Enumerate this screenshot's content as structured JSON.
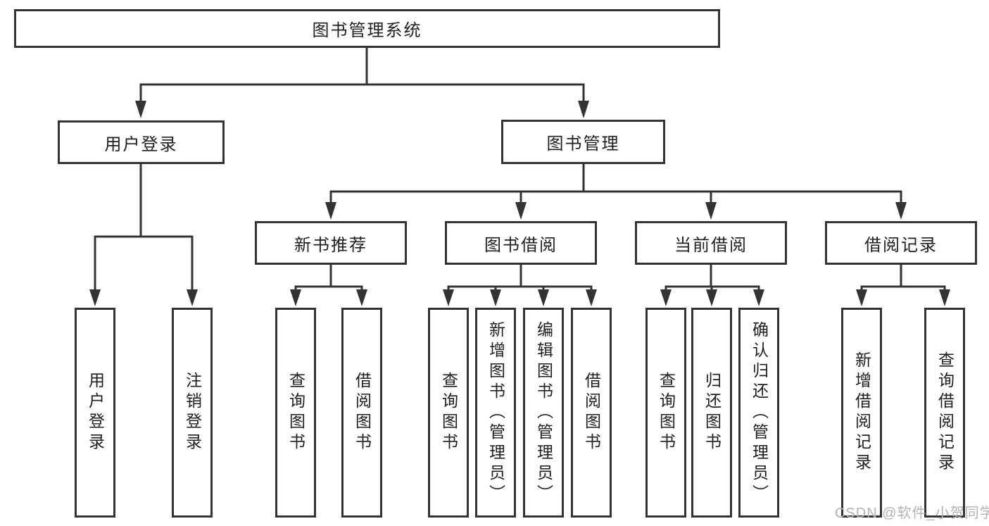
{
  "style": {
    "line_color": "#333333",
    "text_color": "#1f1f1f",
    "background_color": "#ffffff",
    "watermark_color": "#b3b3b3"
  },
  "watermark": {
    "text": "CSDN @软件_小贺同学"
  },
  "tree": {
    "root": {
      "label": "图书管理系统"
    },
    "children": [
      {
        "label": "用户登录",
        "children": [
          {
            "label": "用户登录"
          },
          {
            "label": "注销登录"
          }
        ]
      },
      {
        "label": "图书管理",
        "children": [
          {
            "label": "新书推荐",
            "children": [
              {
                "label": "查询图书"
              },
              {
                "label": "借阅图书"
              }
            ]
          },
          {
            "label": "图书借阅",
            "children": [
              {
                "label": "查询图书"
              },
              {
                "label": "新增图书（管理员）"
              },
              {
                "label": "编辑图书（管理员）"
              },
              {
                "label": "借阅图书"
              }
            ]
          },
          {
            "label": "当前借阅",
            "children": [
              {
                "label": "查询图书"
              },
              {
                "label": "归还图书"
              },
              {
                "label": "确认归还（管理员）"
              }
            ]
          },
          {
            "label": "借阅记录",
            "children": [
              {
                "label": "新增借阅记录"
              },
              {
                "label": "查询借阅记录"
              }
            ]
          }
        ]
      }
    ]
  }
}
